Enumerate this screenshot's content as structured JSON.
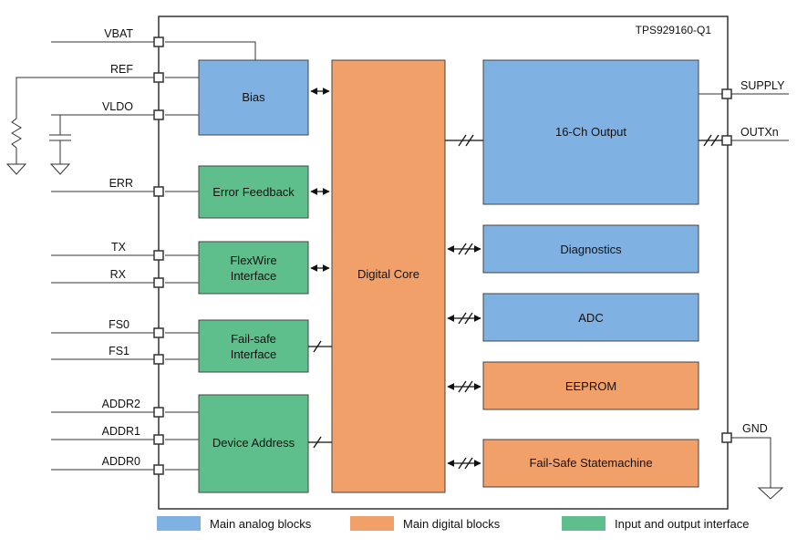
{
  "chip_name": "TPS929160-Q1",
  "pins_left": [
    "VBAT",
    "REF",
    "VLDO",
    "ERR",
    "TX",
    "RX",
    "FS0",
    "FS1",
    "ADDR2",
    "ADDR1",
    "ADDR0"
  ],
  "pins_right": [
    "SUPPLY",
    "OUTXn",
    "GND"
  ],
  "blocks": {
    "bias": "Bias",
    "error_feedback": "Error Feedback",
    "flexwire_line1": "FlexWire",
    "flexwire_line2": "Interface",
    "failsafe_line1": "Fail-safe",
    "failsafe_line2": "Interface",
    "device_address": "Device Address",
    "digital_core": "Digital Core",
    "output": "16-Ch Output",
    "diagnostics": "Diagnostics",
    "adc": "ADC",
    "eeprom": "EEPROM",
    "statemachine": "Fail-Safe Statemachine"
  },
  "legend": [
    {
      "label": "Main analog blocks",
      "color": "#7fb1e3"
    },
    {
      "label": "Main digital blocks",
      "color": "#f2a06a"
    },
    {
      "label": "Input and output interface",
      "color": "#5fbf8c"
    }
  ],
  "colors": {
    "analog": "#7fb1e3",
    "digital": "#f2a06a",
    "interface": "#5fbf8c",
    "line": "#333333"
  }
}
